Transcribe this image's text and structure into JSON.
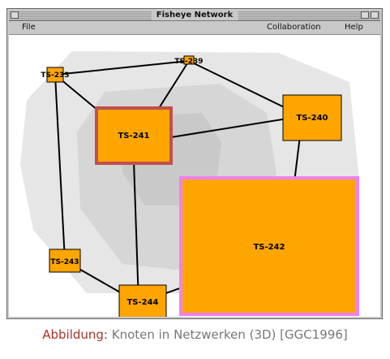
{
  "window": {
    "title": "Fisheye Network",
    "menu": {
      "file": "File",
      "collaboration": "Collaboration",
      "help": "Help"
    }
  },
  "nodes": {
    "n233": "TS-233",
    "n239": "TS-239",
    "n240": "TS-240",
    "n241": "TS-241",
    "n242": "TS-242",
    "n243": "TS-243",
    "n244": "TS-244"
  },
  "caption": {
    "lead": "Abbildung:",
    "text": " Knoten in Netzwerken (3D) [GGC1996]"
  },
  "colors": {
    "node_fill": "#ffa500",
    "focus_border": "#c0504d",
    "selected_border": "#ee82ee"
  }
}
